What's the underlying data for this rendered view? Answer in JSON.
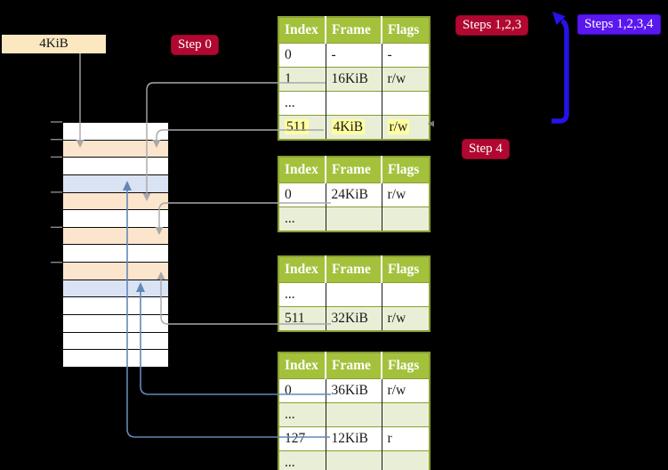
{
  "colors": {
    "background": "#000000",
    "table_header": "#a4c13c",
    "table_row_shaded": "#e9efd6",
    "table_border": "#8a9e33",
    "cell_highlight": "#ffff9e",
    "frame_free": "#ffffff",
    "frame_gray_mapped": "#fce5cd",
    "frame_blue_mapped": "#dae3f3",
    "badge_red": "#b00830",
    "badge_blue": "#5a17f0",
    "label_bg": "#fbe7c0",
    "gray_line": "#a8a8a8",
    "blue_line": "#6288b8",
    "big_arrow": "#2712e8"
  },
  "labels": {
    "frame_size": "4KiB",
    "step0": "Step 0",
    "steps123": "Steps 1,2,3",
    "steps1234": "Steps 1,2,3,4",
    "step4": "Step 4"
  },
  "memory_strip": {
    "rows": [
      "white",
      "peach",
      "white",
      "blue",
      "peach",
      "white",
      "peach",
      "white",
      "peach",
      "blue",
      "white",
      "white",
      "white",
      "white"
    ]
  },
  "tables": [
    {
      "name": "page-table-1",
      "headers": [
        "Index",
        "Frame",
        "Flags"
      ],
      "rows": [
        {
          "cells": [
            "0",
            "-",
            "-"
          ],
          "shaded": false,
          "highlight": false
        },
        {
          "cells": [
            "1",
            "16KiB",
            "r/w"
          ],
          "shaded": true,
          "highlight": false
        },
        {
          "cells": [
            "...",
            "",
            ""
          ],
          "shaded": false,
          "highlight": false
        },
        {
          "cells": [
            "511",
            "4KiB",
            "r/w"
          ],
          "shaded": true,
          "highlight": true
        }
      ]
    },
    {
      "name": "page-table-2",
      "headers": [
        "Index",
        "Frame",
        "Flags"
      ],
      "rows": [
        {
          "cells": [
            "0",
            "24KiB",
            "r/w"
          ],
          "shaded": false,
          "highlight": false
        },
        {
          "cells": [
            "...",
            "",
            ""
          ],
          "shaded": true,
          "highlight": false
        }
      ]
    },
    {
      "name": "page-table-3",
      "headers": [
        "Index",
        "Frame",
        "Flags"
      ],
      "rows": [
        {
          "cells": [
            "...",
            "",
            ""
          ],
          "shaded": false,
          "highlight": false
        },
        {
          "cells": [
            "511",
            "32KiB",
            "r/w"
          ],
          "shaded": true,
          "highlight": false
        }
      ]
    },
    {
      "name": "page-table-4",
      "headers": [
        "Index",
        "Frame",
        "Flags"
      ],
      "rows": [
        {
          "cells": [
            "0",
            "36KiB",
            "r/w"
          ],
          "shaded": false,
          "highlight": false
        },
        {
          "cells": [
            "...",
            "",
            ""
          ],
          "shaded": true,
          "highlight": false
        },
        {
          "cells": [
            "127",
            "12KiB",
            "r"
          ],
          "shaded": false,
          "highlight": false
        },
        {
          "cells": [
            "...",
            "",
            ""
          ],
          "shaded": true,
          "highlight": false
        }
      ]
    }
  ]
}
